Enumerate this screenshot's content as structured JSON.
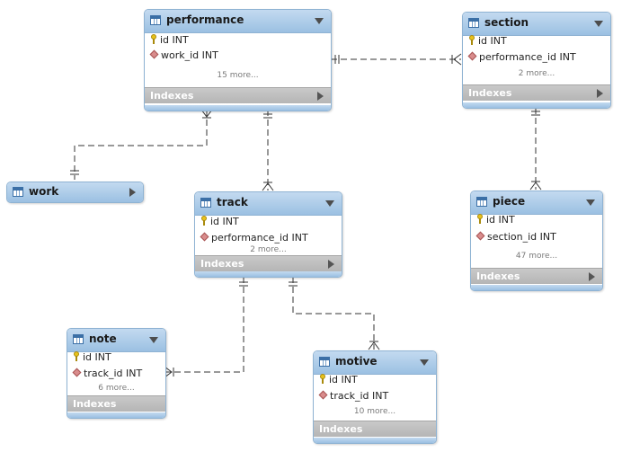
{
  "diagram": {
    "tables": {
      "performance": {
        "name": "performance",
        "columns": [
          {
            "text": "id INT",
            "key": "primary"
          },
          {
            "text": "work_id INT",
            "key": "foreign"
          }
        ],
        "more": "15 more...",
        "indexes": "Indexes"
      },
      "section": {
        "name": "section",
        "columns": [
          {
            "text": "id INT",
            "key": "primary"
          },
          {
            "text": "performance_id INT",
            "key": "foreign"
          }
        ],
        "more": "2 more...",
        "indexes": "Indexes"
      },
      "work": {
        "name": "work"
      },
      "track": {
        "name": "track",
        "columns": [
          {
            "text": "id INT",
            "key": "primary"
          },
          {
            "text": "performance_id INT",
            "key": "foreign"
          }
        ],
        "more": "2 more...",
        "indexes": "Indexes"
      },
      "piece": {
        "name": "piece",
        "columns": [
          {
            "text": "id INT",
            "key": "primary"
          },
          {
            "text": "section_id INT",
            "key": "foreign"
          }
        ],
        "more": "47 more...",
        "indexes": "Indexes"
      },
      "note": {
        "name": "note",
        "columns": [
          {
            "text": "id INT",
            "key": "primary"
          },
          {
            "text": "track_id INT",
            "key": "foreign"
          }
        ],
        "more": "6 more...",
        "indexes": "Indexes"
      },
      "motive": {
        "name": "motive",
        "columns": [
          {
            "text": "id INT",
            "key": "primary"
          },
          {
            "text": "track_id INT",
            "key": "foreign"
          }
        ],
        "more": "10 more...",
        "indexes": "Indexes"
      }
    },
    "relationships": [
      {
        "from": "performance",
        "to": "section"
      },
      {
        "from": "work",
        "to": "performance"
      },
      {
        "from": "performance",
        "to": "track"
      },
      {
        "from": "section",
        "to": "piece"
      },
      {
        "from": "track",
        "to": "note"
      },
      {
        "from": "track",
        "to": "motive"
      }
    ],
    "colors": {
      "header": "#9bc0e2",
      "indexes_bar": "#bdbdbd",
      "link": "#333333"
    }
  }
}
